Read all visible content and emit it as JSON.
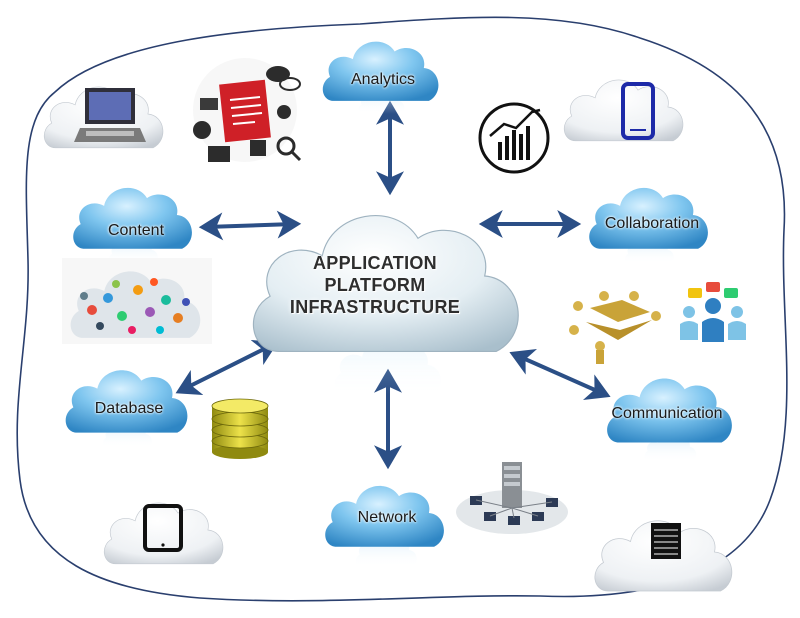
{
  "center": {
    "line1": "APPLICATION",
    "line2": "PLATFORM",
    "line3": "INFRASTRUCTURE"
  },
  "nodes": {
    "analytics": "Analytics",
    "content": "Content",
    "collaboration": "Collaboration",
    "database": "Database",
    "communication": "Communication",
    "network": "Network"
  },
  "colors": {
    "cloud_blue": "#7fc6ef",
    "cloud_blue_dark": "#3a8fc9",
    "arrow": "#2b4f86",
    "boundary": "#2a3f6e",
    "device_cloud": "#e8ecf0"
  },
  "icons": [
    "monitor-icon",
    "documents-collage-icon",
    "analytics-chart-icon",
    "smartphone-icon",
    "app-icons-cloud-collage",
    "people-puzzle-icon",
    "team-group-icon",
    "database-stack-icon",
    "server-network-icon",
    "tablet-icon",
    "server-rack-icon"
  ]
}
